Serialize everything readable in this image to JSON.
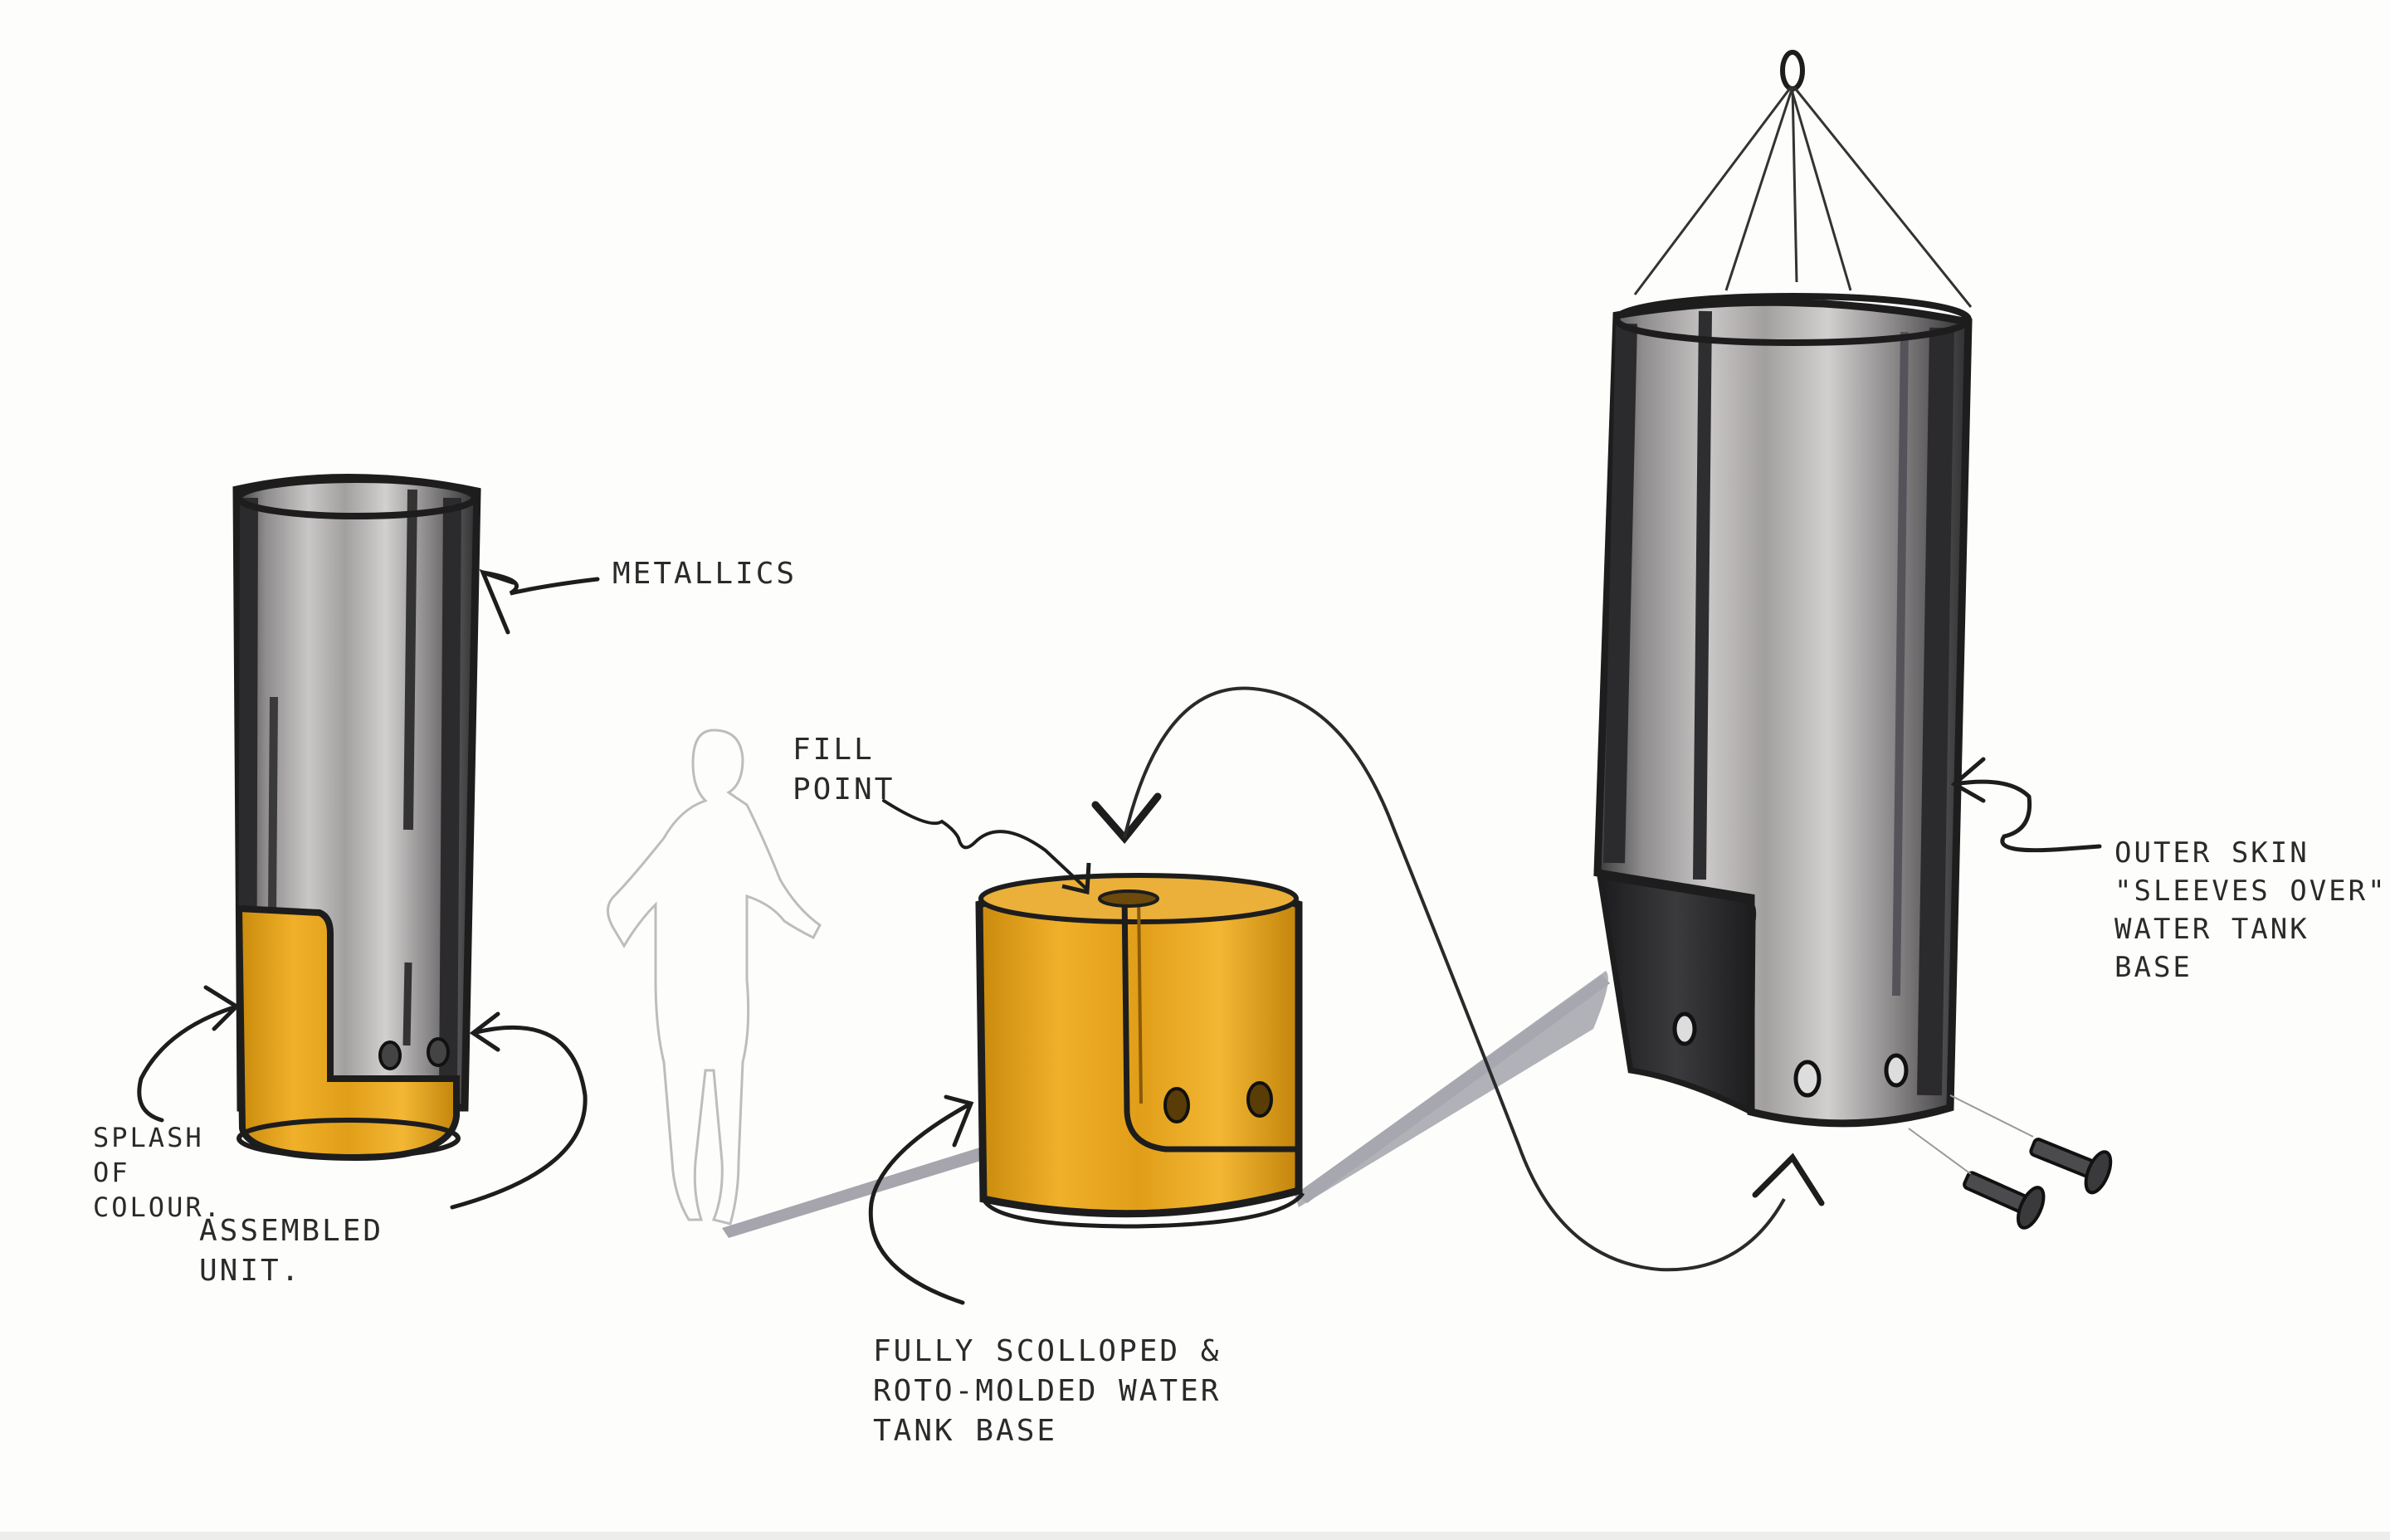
{
  "annotations": {
    "metallics": "METALLICS",
    "fill_point": "FILL\nPOINT",
    "splash_of_colour": "SPLASH\nOF\nCOLOUR.",
    "assembled_unit": "ASSEMBLED\nUNIT.",
    "tank_base": "FULLY SCOLLOPED &\nROTO-MOLDED WATER\nTANK BASE",
    "outer_skin": "OUTER SKIN\n\"SLEEVES OVER\"\nWATER TANK\nBASE"
  },
  "colors": {
    "marker_yellow": "#e6a21a",
    "marker_yellow_dark": "#b87a08",
    "metal_grey": "#9a9797",
    "metal_dark": "#2b2b2d",
    "ink": "#1d1d1d",
    "shadow": "#a9a8b0"
  }
}
